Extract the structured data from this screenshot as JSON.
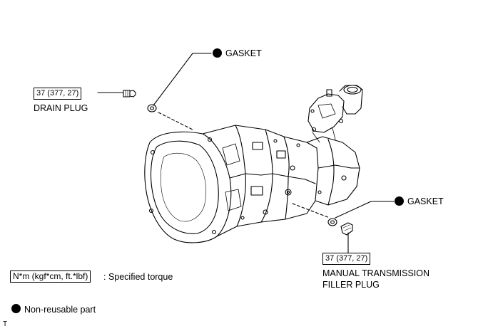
{
  "callouts": {
    "gasket_top": "GASKET",
    "drain_plug_torque": "37 (377, 27)",
    "drain_plug": "DRAIN PLUG",
    "gasket_bottom": "GASKET",
    "filler_plug_torque": "37 (377, 27)",
    "filler_plug_line1": "MANUAL TRANSMISSION",
    "filler_plug_line2": "FILLER PLUG"
  },
  "legend": {
    "torque_unit_box": "N*m (kgf*cm, ft.*lbf)",
    "torque_desc": ": Specified torque",
    "nonreusable_desc": "Non-reusable part"
  },
  "footer": {
    "mark": "T"
  },
  "colors": {
    "ink": "#000000",
    "background": "#ffffff"
  }
}
